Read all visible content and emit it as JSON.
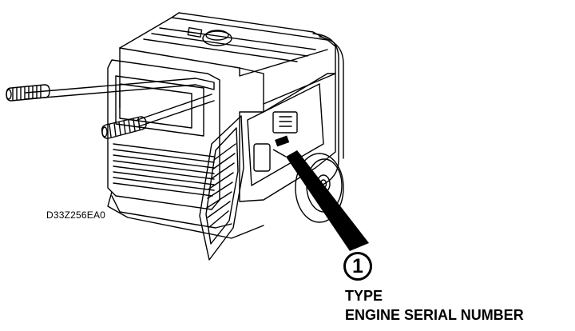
{
  "figure": {
    "reference_code": "D33Z256EA0",
    "callout": {
      "number": "1",
      "labels": [
        "TYPE",
        "ENGINE SERIAL NUMBER"
      ]
    },
    "subject_icon": "portable-generator-illustration",
    "colors": {
      "ink": "#000000",
      "background": "#ffffff"
    }
  }
}
